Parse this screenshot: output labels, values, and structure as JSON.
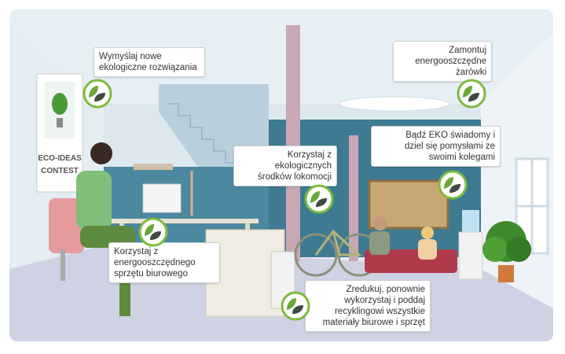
{
  "poster": {
    "line1": "ECO-IDEAS",
    "line2": "CONTEST"
  },
  "tips": [
    {
      "id": "ideas",
      "text": [
        "Wymyślaj nowe",
        "ekologiczne rozwiązania"
      ]
    },
    {
      "id": "bulbs",
      "text": [
        "Zamontuj",
        "energooszczędne",
        "żarówki"
      ]
    },
    {
      "id": "transport",
      "text": [
        "Korzystaj z",
        "ekologicznych",
        "środków lokomocji"
      ]
    },
    {
      "id": "aware",
      "text": [
        "Bądź EKO świadomy i",
        "dziel się pomysłami ze",
        "swoimi kolegami"
      ]
    },
    {
      "id": "equipment",
      "text": [
        "Korzystaj z",
        "energooszczędnego",
        "sprzętu biurowego"
      ]
    },
    {
      "id": "recycle",
      "text": [
        "Zredukuj, ponownie",
        "wykorzystaj i poddaj",
        "recyklingowi wszystkie",
        "materiały biurowe i sprzęt"
      ]
    }
  ],
  "colors": {
    "badge_ring": "#7dbb3c",
    "leaf_green": "#6aa83a",
    "leaf_dark": "#3f4a42",
    "wall_blue": "#3f7a93",
    "floor": "#cfd2e3"
  },
  "icons": {
    "badge": "leaf-badge-icon"
  }
}
